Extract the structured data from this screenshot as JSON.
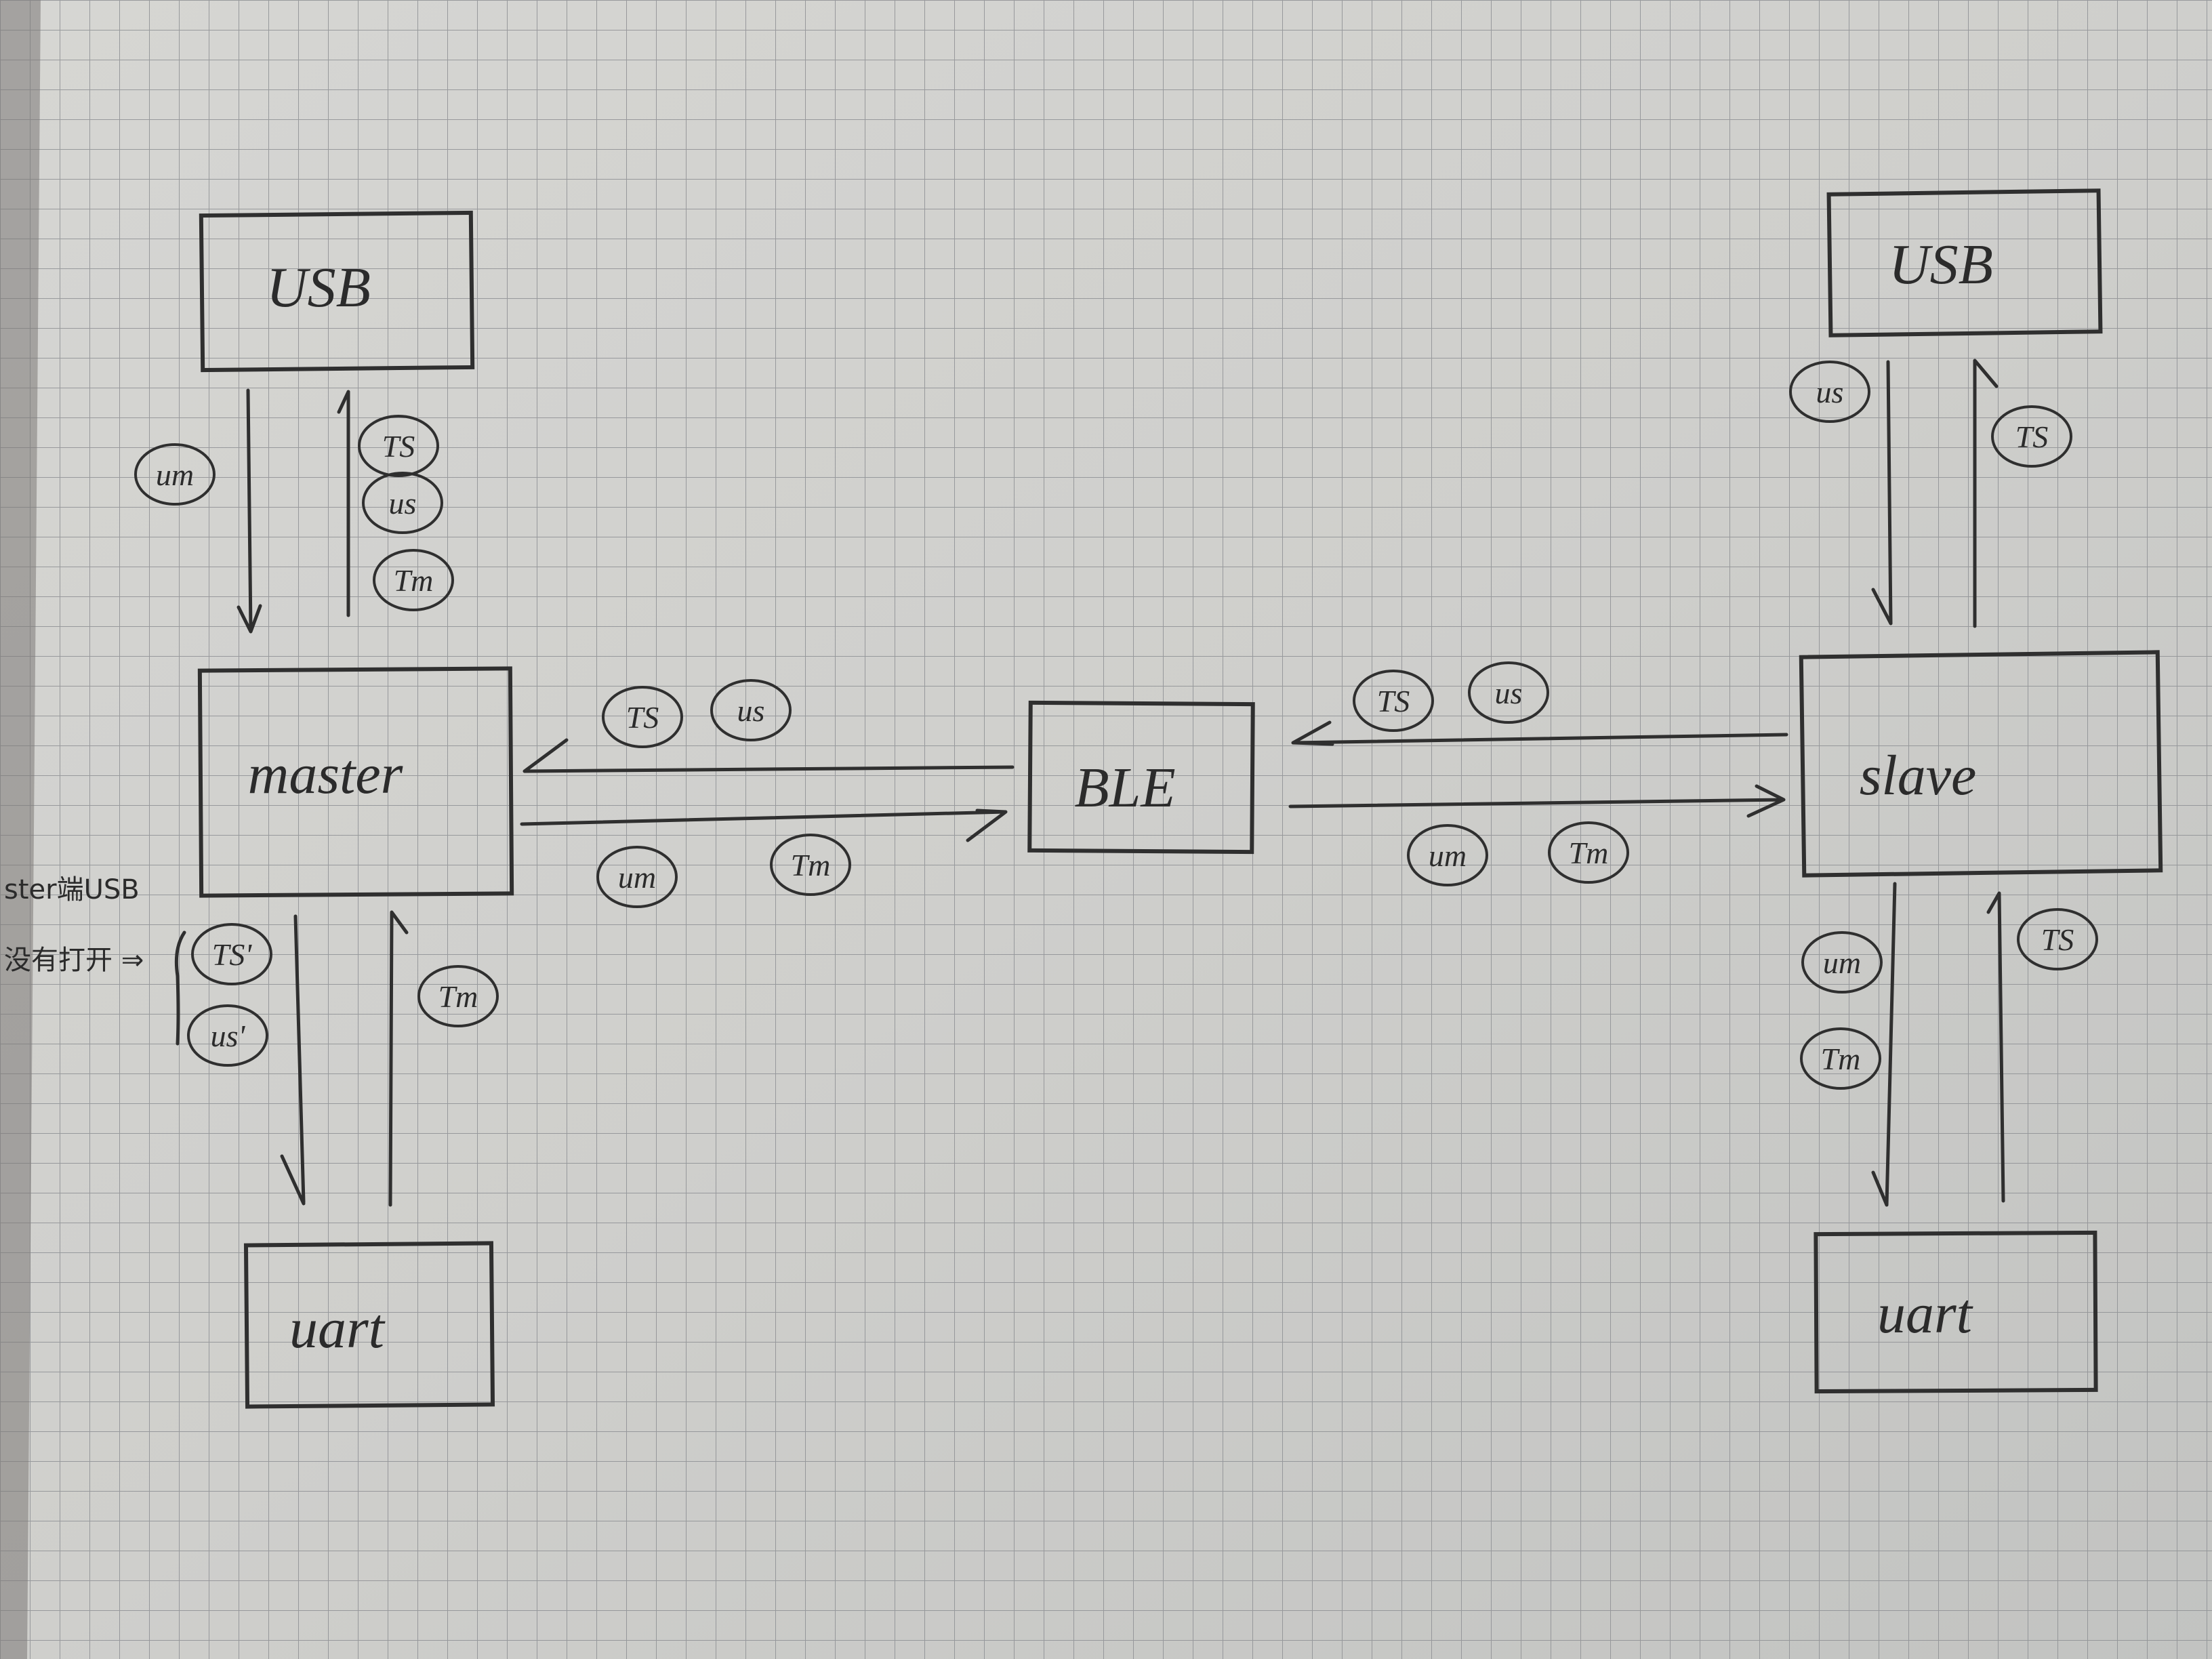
{
  "boxes": {
    "master_usb": "USB",
    "master": "master",
    "master_uart": "uart",
    "ble": "BLE",
    "slave_usb": "USB",
    "slave": "slave",
    "slave_uart": "uart"
  },
  "tags": {
    "master_usb_down": [
      "um"
    ],
    "master_usb_up": [
      "TS",
      "us",
      "Tm"
    ],
    "master_ble_left": [
      "TS",
      "us"
    ],
    "master_ble_right": [
      "um",
      "Tm"
    ],
    "master_uart_down": [
      "TS'",
      "us'"
    ],
    "master_uart_up": [
      "Tm"
    ],
    "slave_ble_left": [
      "TS",
      "us"
    ],
    "slave_ble_right": [
      "um",
      "Tm"
    ],
    "slave_usb_down": [
      "us"
    ],
    "slave_usb_up": [
      "TS"
    ],
    "slave_uart_down": [
      "um",
      "Tm"
    ],
    "slave_uart_up": [
      "TS"
    ]
  },
  "note": {
    "line1": "ster端USB",
    "line2": "没有打开 ⇒"
  }
}
